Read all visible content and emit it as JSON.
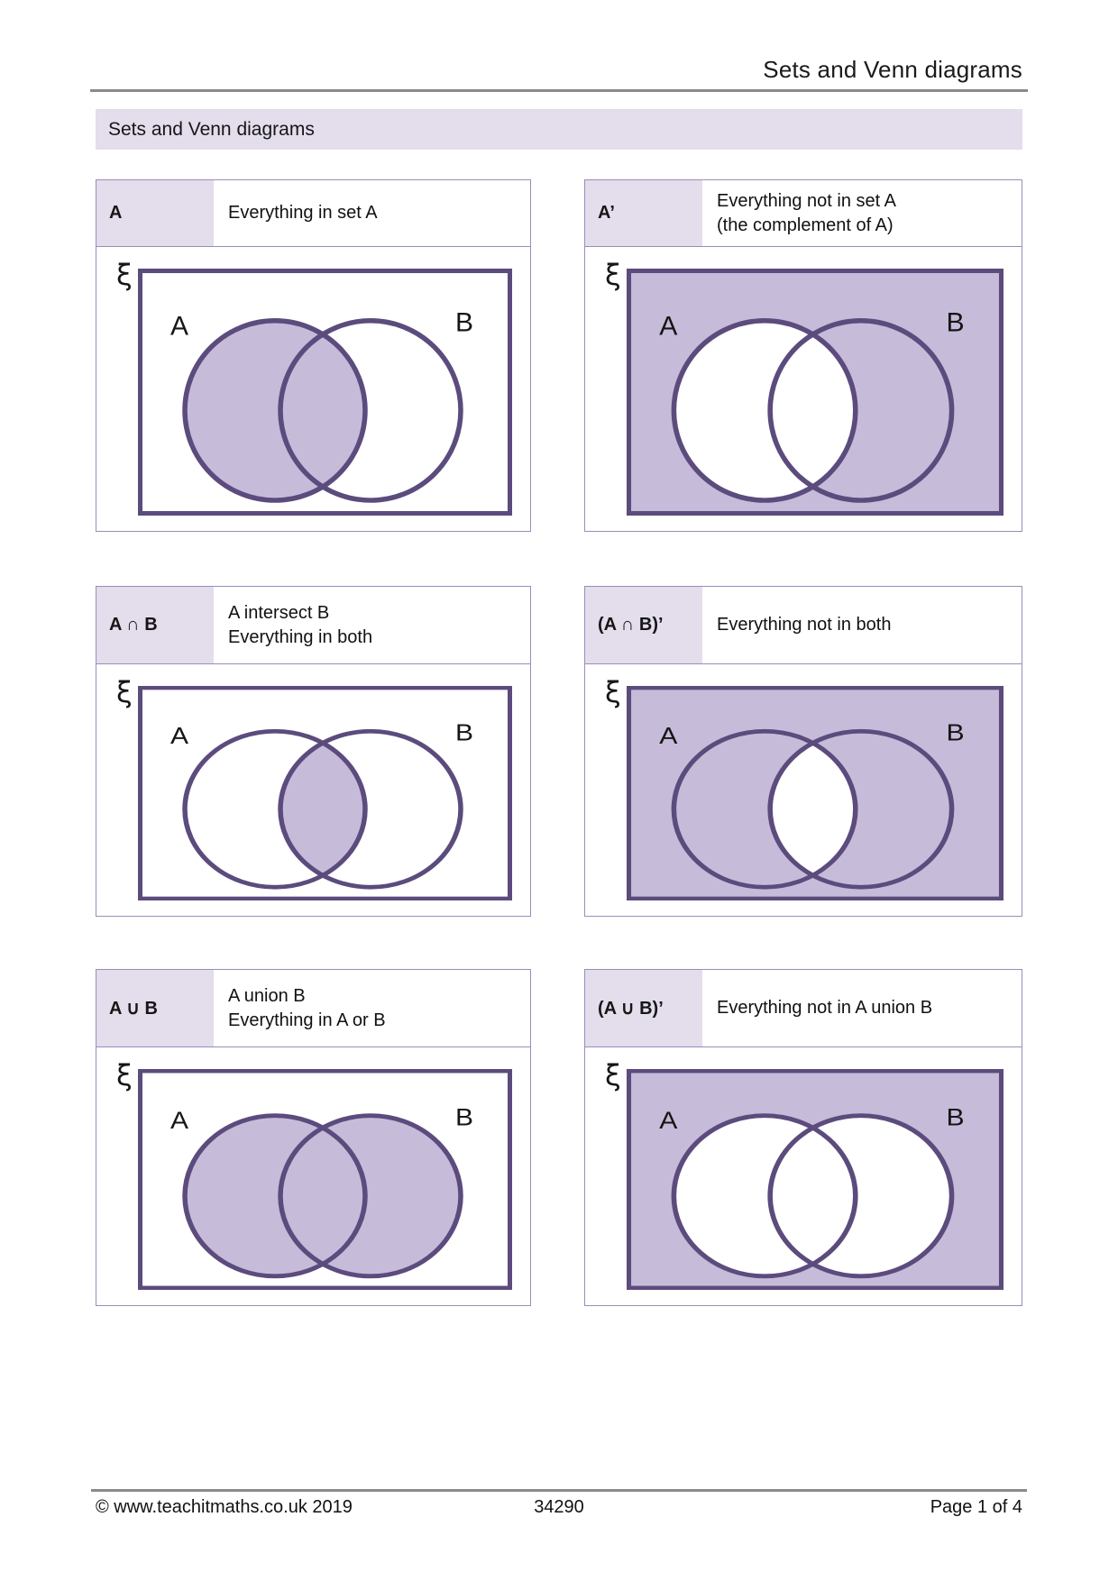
{
  "page": {
    "header_title": "Sets and Venn diagrams",
    "title_bar": "Sets and Venn diagrams",
    "footer": {
      "copyright": "© www.teachitmaths.co.uk 2019",
      "document_id": "34290",
      "page_number": "Page 1 of 4"
    }
  },
  "venn": {
    "universal_set_symbol": "ξ",
    "set_a_label": "A",
    "set_b_label": "B",
    "colors": {
      "shade": "#c6bcda",
      "outline": "#5c4b7d",
      "panel_border": "#9b8db8",
      "label_cell_bg": "#e3ddec"
    }
  },
  "panels": [
    {
      "label": "A",
      "description": [
        "Everything in set A"
      ],
      "shading": {
        "background": false,
        "a_only": true,
        "intersection": true,
        "b_only": false
      }
    },
    {
      "label": "A’",
      "description": [
        "Everything not in set A",
        "(the complement of A)"
      ],
      "shading": {
        "background": true,
        "a_only": false,
        "intersection": false,
        "b_only": true
      }
    },
    {
      "label": "A ∩ B",
      "description": [
        "A intersect B",
        "Everything in both"
      ],
      "shading": {
        "background": false,
        "a_only": false,
        "intersection": true,
        "b_only": false
      }
    },
    {
      "label": "(A ∩ B)’",
      "description": [
        "Everything not in both"
      ],
      "shading": {
        "background": true,
        "a_only": true,
        "intersection": false,
        "b_only": true
      }
    },
    {
      "label": "A ∪ B",
      "description": [
        "A union B",
        "Everything in A or B"
      ],
      "shading": {
        "background": false,
        "a_only": true,
        "intersection": true,
        "b_only": true
      }
    },
    {
      "label": "(A ∪ B)’",
      "description": [
        "Everything not in A union B"
      ],
      "shading": {
        "background": true,
        "a_only": false,
        "intersection": false,
        "b_only": false
      }
    }
  ]
}
